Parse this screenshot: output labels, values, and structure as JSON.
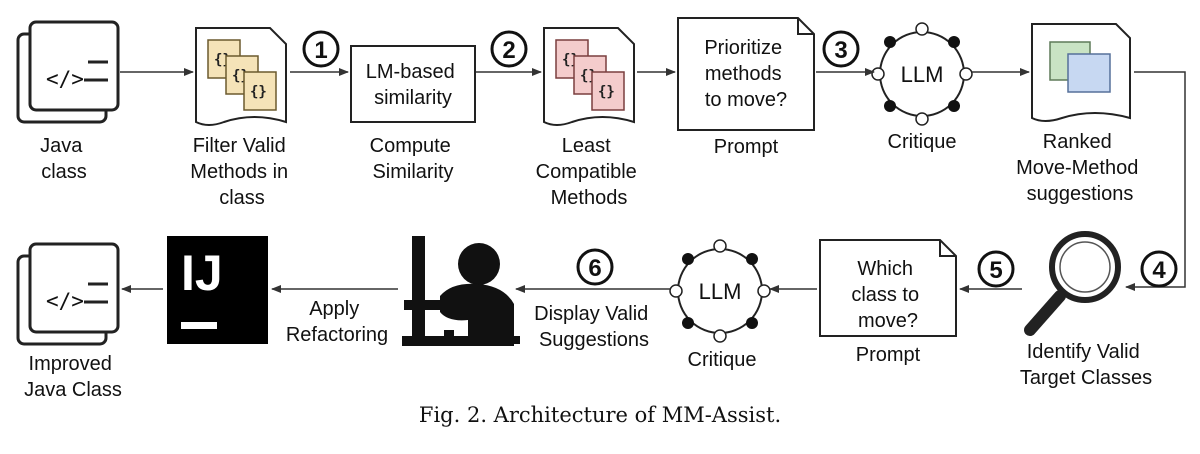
{
  "nodes": {
    "java_class": [
      "Java",
      "class"
    ],
    "filter": [
      "Filter Valid",
      "Methods in",
      "class"
    ],
    "lm_box": [
      "LM-based",
      "similarity"
    ],
    "compute": [
      "Compute",
      "Similarity"
    ],
    "least": [
      "Least",
      "Compatible",
      "Methods"
    ],
    "prompt1_box": [
      "Prioritize",
      "methods",
      "to move?"
    ],
    "prompt1_label": "Prompt",
    "llm1": "LLM",
    "critique1": "Critique",
    "ranked": [
      "Ranked",
      "Move-Method",
      "suggestions"
    ],
    "identify": [
      "Identify Valid",
      "Target Classes"
    ],
    "prompt2_box": [
      "Which",
      "class to",
      "move?"
    ],
    "prompt2_label": "Prompt",
    "llm2": "LLM",
    "critique2": "Critique",
    "display": [
      "Display Valid",
      "Suggestions"
    ],
    "apply": [
      "Apply",
      "Refactoring"
    ],
    "ij_logo": "IJ",
    "improved": [
      "Improved",
      "Java Class"
    ]
  },
  "code_symbol": "</>",
  "brace_symbol": "{}",
  "steps": [
    "1",
    "2",
    "3",
    "4",
    "5",
    "6"
  ],
  "caption": "Fig. 2.  Architecture of MM-Assist."
}
